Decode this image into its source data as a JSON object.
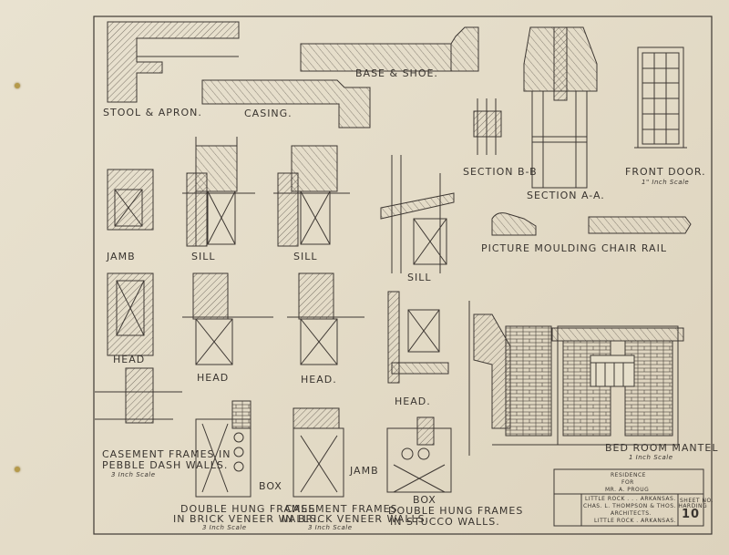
{
  "labels": {
    "stool_apron": "STOOL & APRON.",
    "base_shoe": "BASE & SHOE.",
    "casing": "CASING.",
    "section_bb": "SECTION B-B",
    "section_aa": "SECTION A-A.",
    "front_door": "FRONT DOOR.",
    "front_door_scale": "1\" Inch Scale",
    "picture_moulding": "PICTURE MOULDING",
    "chair_rail": "CHAIR RAIL",
    "jamb_1": "JAMB",
    "sill_1": "SILL",
    "sill_2": "SILL",
    "sill_3": "SILL",
    "head_1": "HEAD",
    "head_2": "HEAD",
    "head_3": "HEAD.",
    "head_4": "HEAD.",
    "casement_pebble_1": "CASEMENT FRAMES IN",
    "casement_pebble_2": "PEBBLE DASH WALLS.",
    "casement_pebble_scale": "3 Inch Scale",
    "double_hung_brick_1": "DOUBLE HUNG FRAMES",
    "double_hung_brick_2": "IN BRICK VENEER WALLS.",
    "double_hung_brick_scale": "3 Inch Scale",
    "casement_brick_1": "CASEMENT FRAMES",
    "casement_brick_2": "IN BRICK VENEER WALLS.",
    "casement_brick_scale": "3 Inch Scale",
    "double_hung_stucco_1": "DOUBLE HUNG FRAMES",
    "double_hung_stucco_2": "IN STUCCO WALLS.",
    "box_1": "BOX",
    "box_2": "BOX",
    "jamb_2": "JAMB",
    "bed_room_mantel": "BED ROOM MANTEL",
    "bed_room_mantel_scale": "1 Inch Scale"
  },
  "title_block": {
    "line1": "RESIDENCE",
    "line2": "FOR",
    "line3": "MR. A. PROUG",
    "line4": "LITTLE ROCK . . . ARKANSAS.",
    "line5": "CHAS. L. THOMPSON & THOS. HARDING",
    "line6": "ARCHITECTS.",
    "line7": "LITTLE ROCK . ARKANSAS.",
    "sheet_label": "SHEET No.",
    "sheet_number": "10"
  },
  "colors": {
    "paper": "#e6dfcb",
    "ink": "#3a3530",
    "hole": "#b59a4a"
  }
}
